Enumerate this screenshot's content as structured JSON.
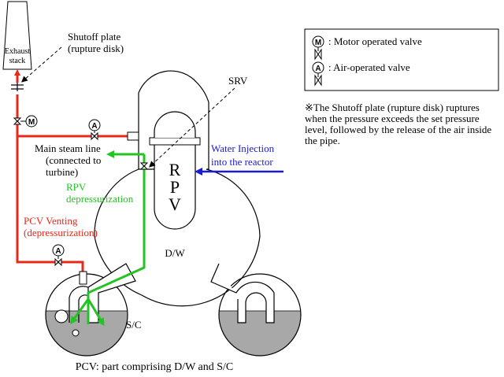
{
  "labels": {
    "exhaust_stack_1": "Exhaust",
    "exhaust_stack_2": "stack",
    "shutoff_plate_1": "Shutoff plate",
    "shutoff_plate_2": "(rupture disk)",
    "srv": "SRV",
    "main_steam_1": "Main steam line",
    "main_steam_2": "(connected to",
    "main_steam_3": "turbine)",
    "rpv_depress_1": "RPV",
    "rpv_depress_2": "depressurization",
    "pcv_vent_1": "PCV Venting",
    "pcv_vent_2": "(depressurization)",
    "water_injection_1": "Water Injection",
    "water_injection_2": "into the reactor",
    "rpv_r": "R",
    "rpv_p": "P",
    "rpv_v": "V",
    "dw": "D/W",
    "sc": "S/C",
    "bottom_caption": "PCV: part comprising D/W and S/C"
  },
  "valve_letters": {
    "motor": "M",
    "air": "A"
  },
  "legend": {
    "motor_text": ": Motor operated valve",
    "air_text": ": Air-operated valve"
  },
  "note": {
    "line1": "※The Shutoff plate (rupture disk) ruptures",
    "line2": "when the pressure exceeds the set pressure",
    "line3": "level, followed by the release of the air inside",
    "line4": "the pipe."
  },
  "colors": {
    "red": "#e8281a",
    "green": "#22c422",
    "blue": "#1a1ad8",
    "pool": "#a8a8a8",
    "black": "#000000"
  }
}
